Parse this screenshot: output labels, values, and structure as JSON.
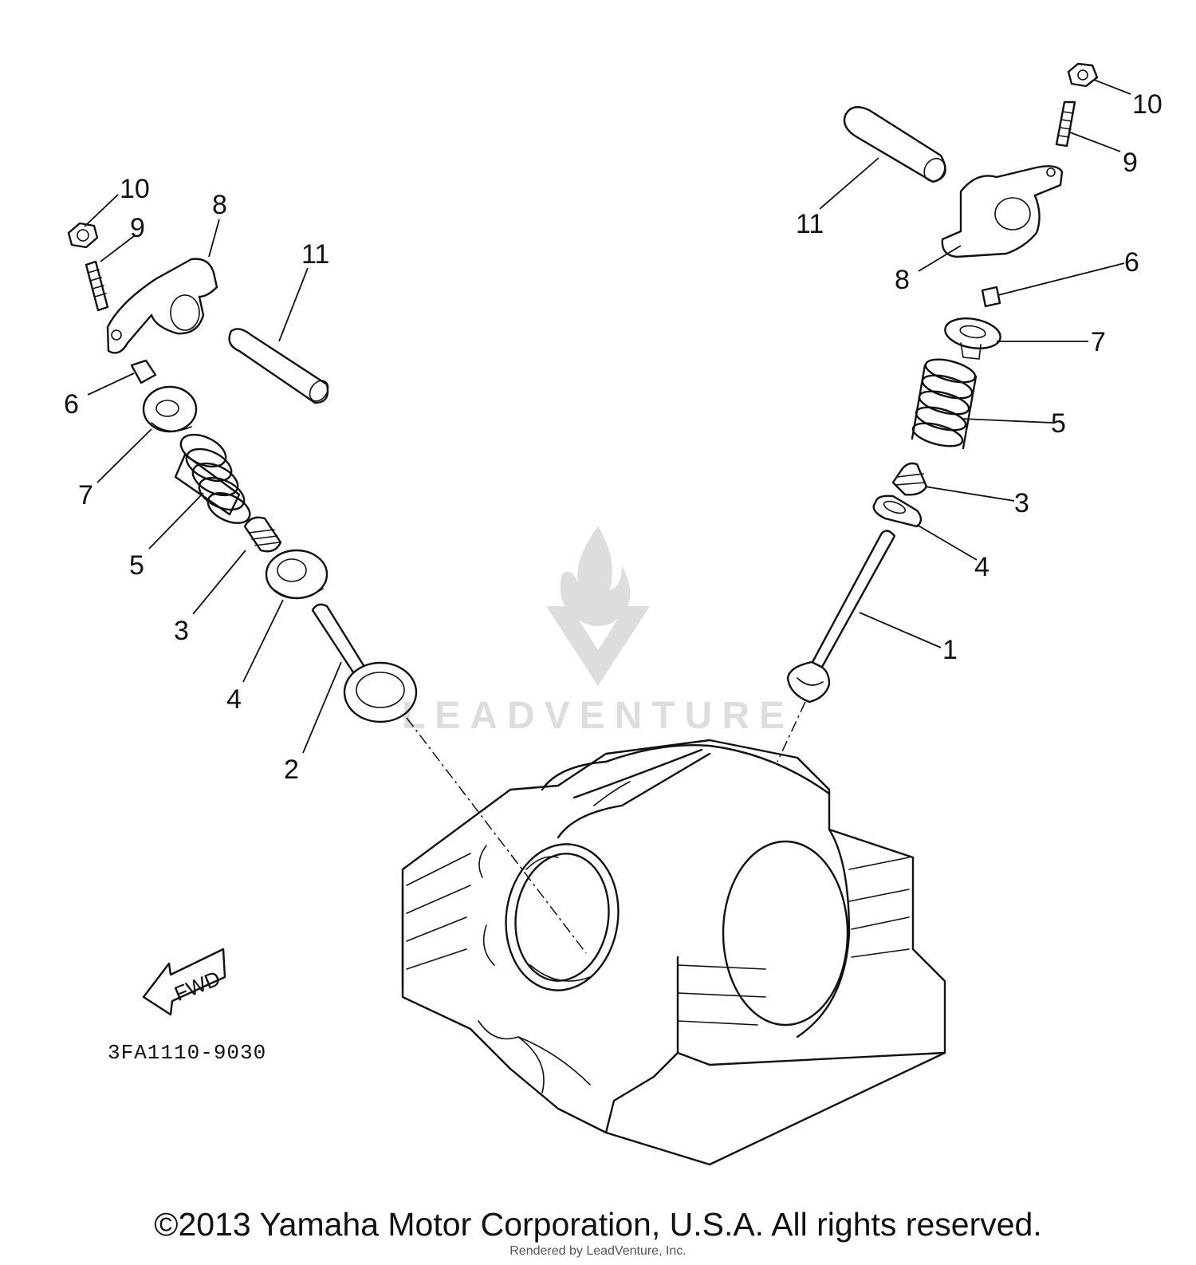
{
  "diagram": {
    "part_code": "3FA1110-9030",
    "fwd_label": "FWD",
    "callouts_left": [
      "10",
      "9",
      "8",
      "11",
      "6",
      "7",
      "5",
      "3",
      "4",
      "2"
    ],
    "callouts_right": [
      "10",
      "9",
      "11",
      "8",
      "6",
      "7",
      "5",
      "3",
      "4",
      "1"
    ]
  },
  "watermark": {
    "brand": "LEADVENTURE",
    "credit": "Rendered by LeadVenture, Inc."
  },
  "footer": {
    "copyright": "©2013 Yamaha Motor Corporation, U.S.A. All rights reserved."
  }
}
